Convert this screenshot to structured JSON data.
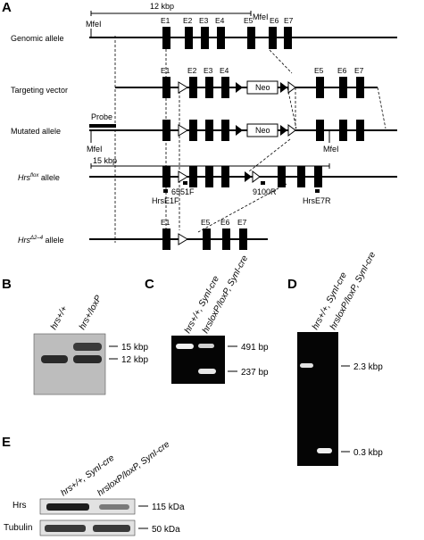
{
  "figure": {
    "panel_a": {
      "letter": "A",
      "ruler_12": "12 kbp",
      "ruler_15": "15 kbp",
      "mfei": "MfeI",
      "probe": "Probe",
      "neo": "Neo",
      "rows": {
        "genomic": "Genomic allele",
        "targeting": "Targeting vector",
        "mutated": "Mutated allele",
        "flox_name": "Hrs",
        "flox_sup": "flox",
        "flox_suffix": " allele",
        "del_name": "Hrs",
        "del_sup": "Δ2–4",
        "del_suffix": " allele"
      },
      "exons": {
        "e1": "E1",
        "e2": "E2",
        "e3": "E3",
        "e4": "E4",
        "e5": "E5",
        "e6": "E6",
        "e7": "E7"
      },
      "primers": {
        "p6551f": "6551F",
        "p9100r": "9100R",
        "hrse1f": "HrsE1F",
        "hrse7r": "HrsE7R"
      }
    },
    "panel_b": {
      "letter": "B",
      "lane1": "hrs+/+",
      "lane2": "hrs+/loxP",
      "band_top": "15 kbp",
      "band_bottom": "12 kbp"
    },
    "panel_c": {
      "letter": "C",
      "lane1": "hrs+/+, SynI-cre",
      "lane2": "hrsloxP/loxP, SynI-cre",
      "band_top": "491 bp",
      "band_bottom": "237 bp"
    },
    "panel_d": {
      "letter": "D",
      "lane1": "hrs+/+, SynI-cre",
      "lane2": "hrsloxP/loxP, SynI-cre",
      "band_top": "2.3 kbp",
      "band_bottom": "0.3 kbp"
    },
    "panel_e": {
      "letter": "E",
      "lane1": "hrs+/+, SynI-cre",
      "lane2": "hrsloxP/loxP, SynI-cre",
      "row_hrs": "Hrs",
      "row_tub": "Tubulin",
      "band_hrs": "115 kDa",
      "band_tub": "50 kDa"
    }
  }
}
